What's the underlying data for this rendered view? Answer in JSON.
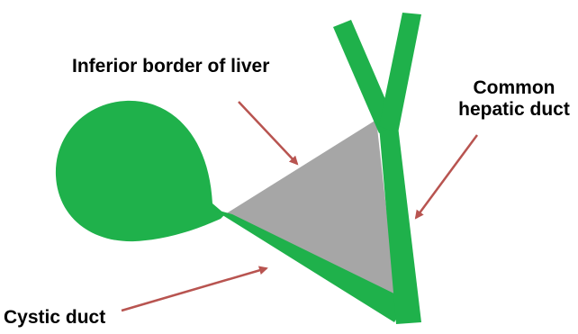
{
  "labels": {
    "inferior_border_of_liver": "Inferior border of liver",
    "common_hepatic_duct_line1": "Common",
    "common_hepatic_duct_line2": "hepatic duct",
    "cystic_duct": "Cystic duct"
  },
  "colors": {
    "duct_green": "#1fb14b",
    "liver_gray": "#a6a6a6",
    "arrow_red": "#b85450"
  }
}
